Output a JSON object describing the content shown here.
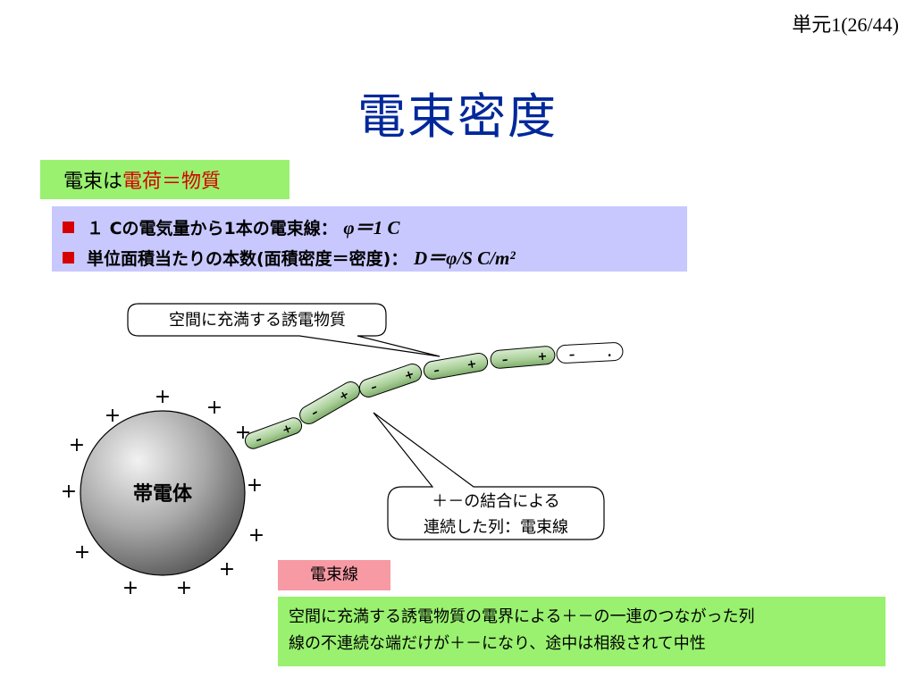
{
  "page_number": "単元1(26/44)",
  "title": "電束密度",
  "green_box": {
    "part1": "電束は",
    "part2": "電荷＝物質"
  },
  "bullets": [
    {
      "text": "１ Cの電気量から1本の電束線：",
      "formula": "φ＝1 C"
    },
    {
      "text": "単位面積当たりの本数(面積密度＝密度)：",
      "formula": "D＝φ/S C/m²"
    }
  ],
  "callout_top": "空間に充満する誘電物質",
  "callout_bottom": {
    "line1": "＋－の結合による",
    "line2": "連続した列：電束線"
  },
  "sphere_label": "帯電体",
  "plus_sign": "+",
  "minus_sign": "–",
  "dot_sign": ".",
  "pink_label": "電束線",
  "description": {
    "line1": "空間に充満する誘電物質の電界による＋－の一連のつながった列",
    "line2": "線の不連続な端だけが＋－になり、途中は相殺されて中性"
  },
  "colors": {
    "title": "#00289a",
    "green_box": "#99f16f",
    "bullet_box": "#c8c8ff",
    "red_accent": "#d60000",
    "pink_box": "#f79aa4",
    "dipole_fill": "#a9cf98"
  }
}
